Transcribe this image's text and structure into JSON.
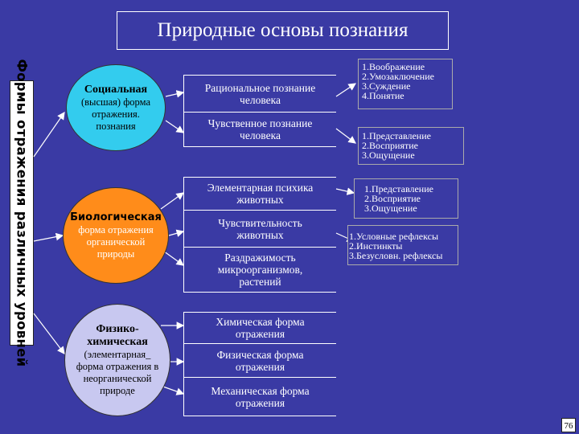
{
  "title": "Природные основы познания",
  "side_label": "Формы отражения различных уровней",
  "circles": [
    {
      "head": "Социальная",
      "sub": [
        "(высшая) форма",
        "отражения.",
        "познания"
      ]
    },
    {
      "head": "Биологическая",
      "sub": [
        "форма отражения",
        "органической",
        "природы"
      ]
    },
    {
      "head": "Физико-",
      "head2": "химическая",
      "sub": [
        "(элементарная_",
        "форма отражения в",
        "неорганической",
        "природе"
      ]
    }
  ],
  "mid": [
    {
      "lines": [
        "Рациональное познание",
        "человека"
      ]
    },
    {
      "lines": [
        "Чувственное познание",
        "человека"
      ]
    },
    {
      "lines": [
        "Элементарная психика",
        "животных"
      ]
    },
    {
      "lines": [
        "Чувствительность",
        "животных"
      ]
    },
    {
      "lines": [
        "Раздражимость",
        "микроорганизмов,",
        "растений"
      ]
    },
    {
      "lines": [
        "Химическая форма",
        "отражения"
      ]
    },
    {
      "lines": [
        "Физическая форма",
        "отражения"
      ]
    },
    {
      "lines": [
        "Механическая форма",
        "отражения"
      ]
    }
  ],
  "right": [
    {
      "lines": [
        "1.Воображение",
        "2.Умозаключение",
        "3.Суждение",
        "4.Понятие"
      ]
    },
    {
      "lines": [
        "1.Представление",
        "2.Восприятие",
        "3.Ощущение"
      ]
    },
    {
      "lines": [
        "1.Представление",
        "2.Восприятие",
        "3.Ощущение"
      ]
    },
    {
      "lines": [
        "1.Условные рефлексы",
        "2.Инстинкты",
        "3.Безусловн. рефлексы"
      ]
    }
  ],
  "page_number": "76",
  "colors": {
    "background": "#3a3aa4",
    "social": "#33ccee",
    "bio": "#ff8c1a",
    "phys": "#c8c8f0"
  }
}
